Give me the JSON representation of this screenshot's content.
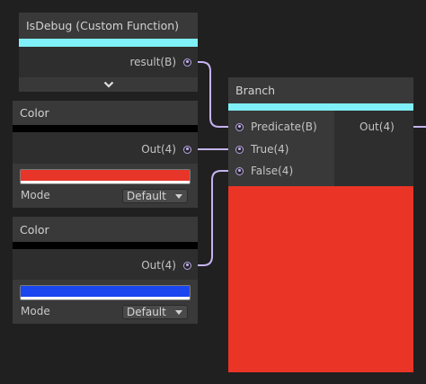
{
  "colors": {
    "accent_bar": "#7ff0f7",
    "wire": "#c5b3f0",
    "red": "#e8352a",
    "blue": "#1a46f0",
    "preview_red": "#ea3426"
  },
  "isdebug_node": {
    "title": "IsDebug (Custom Function)",
    "output_label": "result(B)",
    "expand_icon": "chevron-down-icon"
  },
  "color_node_red": {
    "title": "Color",
    "output_label": "Out(4)",
    "swatch_color": "#e8352a",
    "mode_label": "Mode",
    "mode_value": "Default"
  },
  "color_node_blue": {
    "title": "Color",
    "output_label": "Out(4)",
    "swatch_color": "#1a46f0",
    "mode_label": "Mode",
    "mode_value": "Default"
  },
  "branch_node": {
    "title": "Branch",
    "inputs": [
      {
        "label": "Predicate(B)"
      },
      {
        "label": "True(4)"
      },
      {
        "label": "False(4)"
      }
    ],
    "output_label": "Out(4)",
    "preview_color": "#ea3426"
  }
}
